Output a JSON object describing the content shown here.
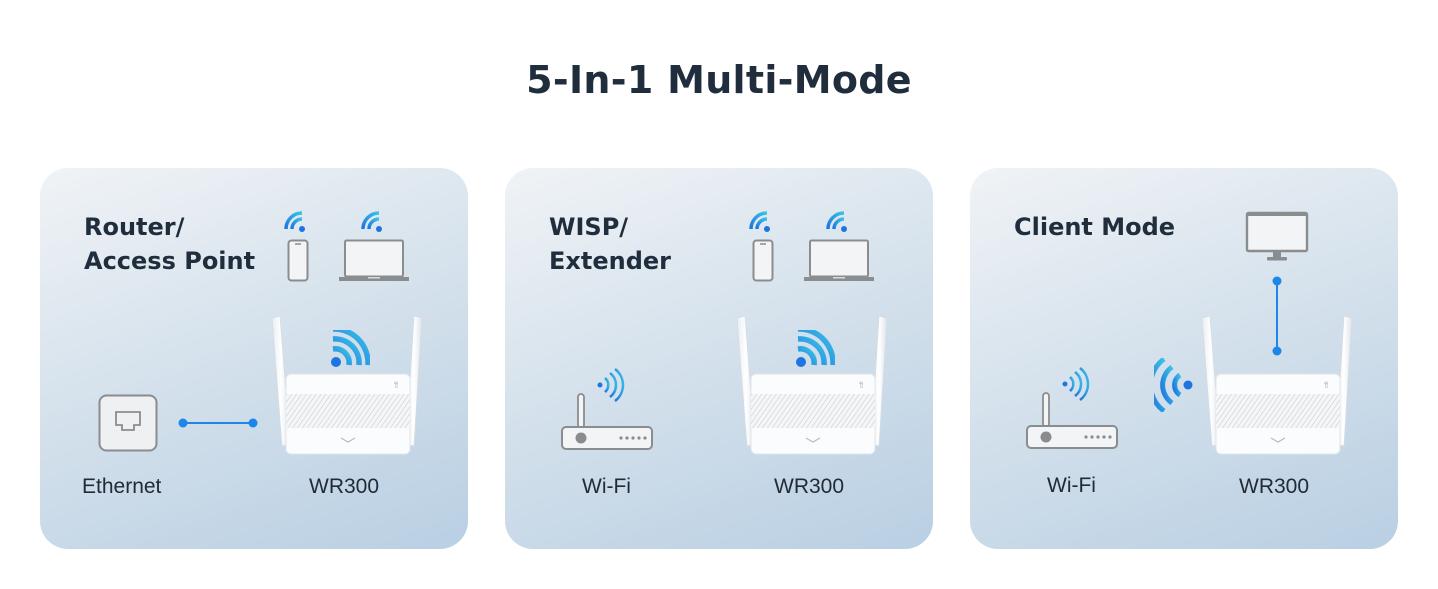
{
  "page": {
    "title": "5-In-1 Multi-Mode"
  },
  "colors": {
    "title_text": "#1f2d3d",
    "card_gradient_start": "#f0f3f6",
    "card_gradient_end": "#b9cfe3",
    "accent_blue": "#1e86e8",
    "accent_cyan": "#38b4e0",
    "icon_gray": "#8a8d90"
  },
  "cards": [
    {
      "title": "Router/\nAccess Point",
      "source_label": "Ethernet",
      "device_label": "WR300",
      "source_icon": "ethernet-port-icon",
      "clients": [
        "smartphone-icon",
        "laptop-icon"
      ],
      "connection": "wired-horizontal"
    },
    {
      "title": "WISP/\nExtender",
      "source_label": "Wi-Fi",
      "device_label": "WR300",
      "source_icon": "wifi-router-icon",
      "clients": [
        "smartphone-icon",
        "laptop-icon"
      ],
      "connection": "wireless"
    },
    {
      "title": "Client Mode",
      "source_label": "Wi-Fi",
      "device_label": "WR300",
      "source_icon": "wifi-router-icon",
      "clients": [
        "desktop-monitor-icon"
      ],
      "connection": "wireless-to-router, wired-vertical-to-monitor"
    }
  ]
}
